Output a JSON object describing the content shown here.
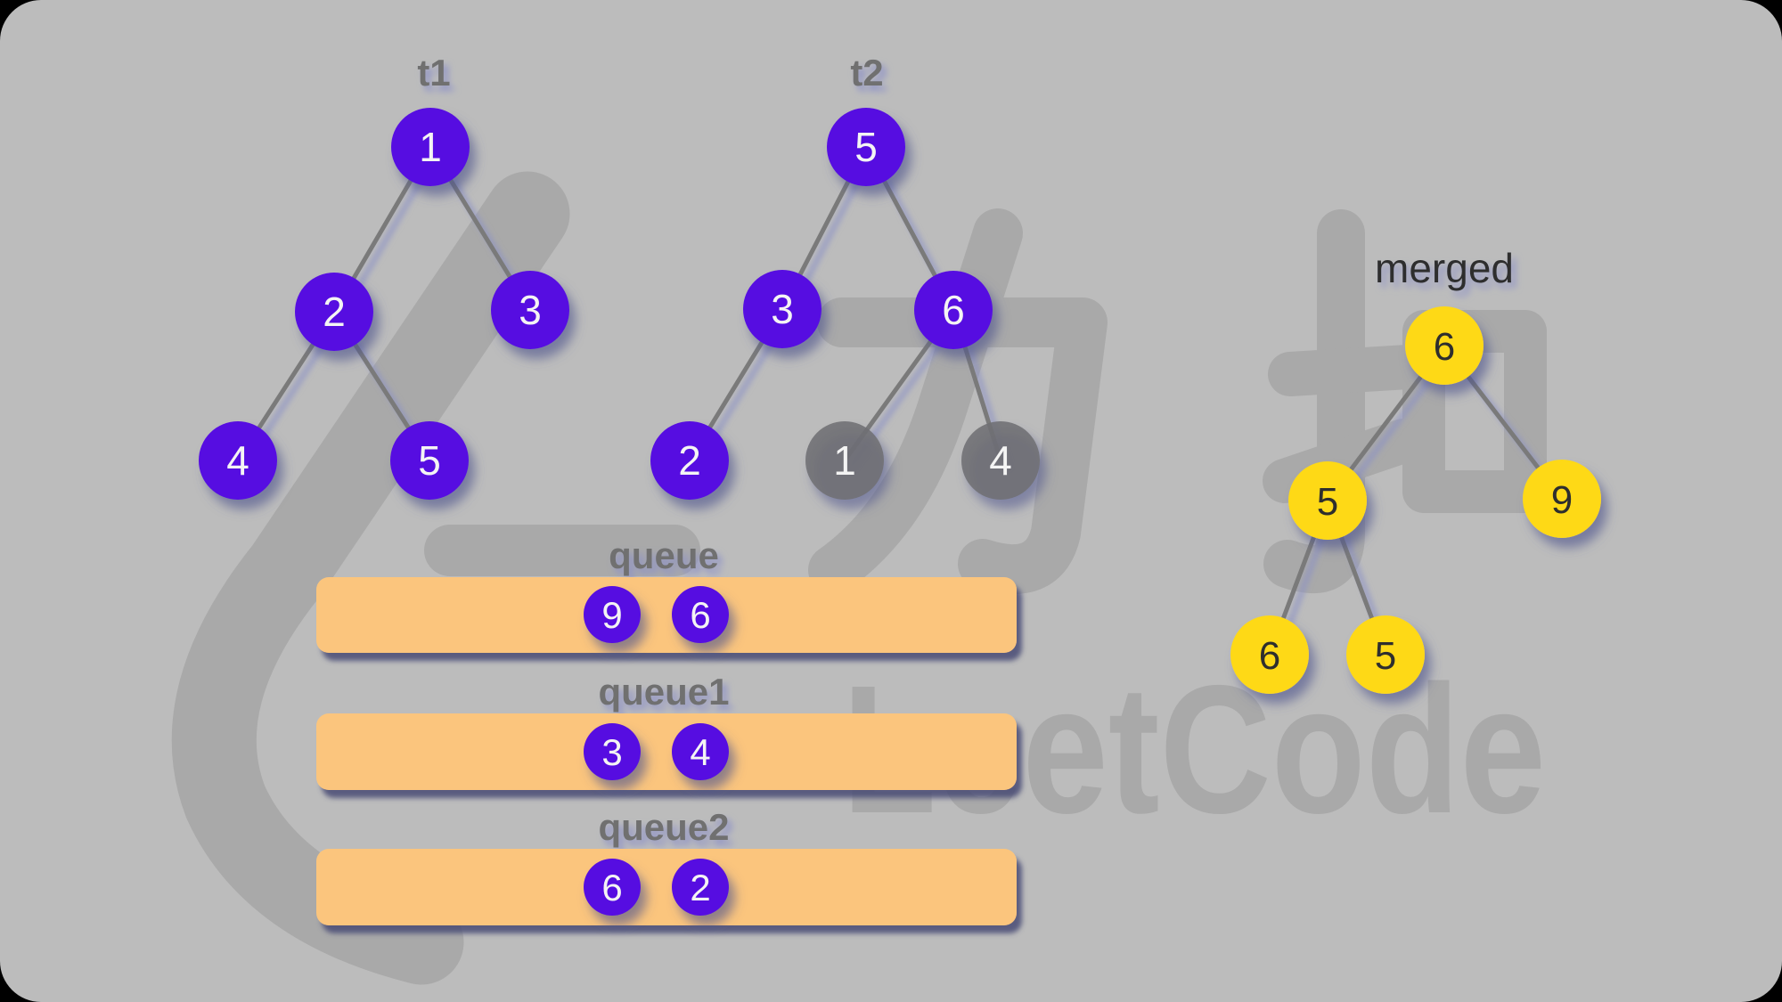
{
  "app": {
    "background_color": "#bcbcbc",
    "frame_outside_color": "#000000"
  },
  "watermark": {
    "brand_text": "LeetCode",
    "cjk_text": "力扣",
    "color": "#a9a9a9"
  },
  "trees": {
    "t1": {
      "label": "t1",
      "nodes": [
        {
          "value": "1",
          "state": "active"
        },
        {
          "value": "2",
          "state": "active"
        },
        {
          "value": "3",
          "state": "active"
        },
        {
          "value": "4",
          "state": "active"
        },
        {
          "value": "5",
          "state": "active"
        }
      ]
    },
    "t2": {
      "label": "t2",
      "nodes": [
        {
          "value": "5",
          "state": "active"
        },
        {
          "value": "3",
          "state": "active"
        },
        {
          "value": "6",
          "state": "active"
        },
        {
          "value": "2",
          "state": "active"
        },
        {
          "value": "1",
          "state": "dimmed"
        },
        {
          "value": "4",
          "state": "dimmed"
        }
      ]
    },
    "merged": {
      "label": "merged",
      "nodes": [
        {
          "value": "6"
        },
        {
          "value": "5"
        },
        {
          "value": "9"
        },
        {
          "value": "6"
        },
        {
          "value": "5"
        }
      ]
    }
  },
  "queues": [
    {
      "label": "queue",
      "items": [
        "9",
        "6"
      ]
    },
    {
      "label": "queue1",
      "items": [
        "3",
        "4"
      ]
    },
    {
      "label": "queue2",
      "items": [
        "6",
        "2"
      ]
    }
  ],
  "colors": {
    "node_purple": "#560ae1",
    "node_yellow": "#fed917",
    "node_dimmed": "#6f6f73",
    "queue_bar": "#fbc57d",
    "edge": "#7a7a7a",
    "tree_label": "#6f6f6f",
    "merged_label": "#2d2d2d",
    "shadow": "#575c8a"
  }
}
